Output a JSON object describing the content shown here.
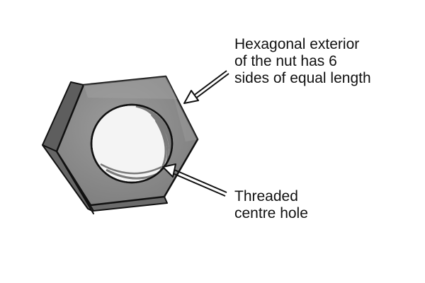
{
  "labels": {
    "exterior": [
      "Hexagonal exterior",
      "of the nut has 6",
      "sides of equal length"
    ],
    "hole": [
      "Threaded",
      "centre hole"
    ]
  },
  "colors": {
    "outline": "#111111",
    "face": "#8c8c8c",
    "side_dark": "#5e5e5e",
    "side_mid": "#737373",
    "bevel": "#a3a3a3",
    "thread_light": "#c9c9c9",
    "thread_dark": "#7a7a7a"
  }
}
